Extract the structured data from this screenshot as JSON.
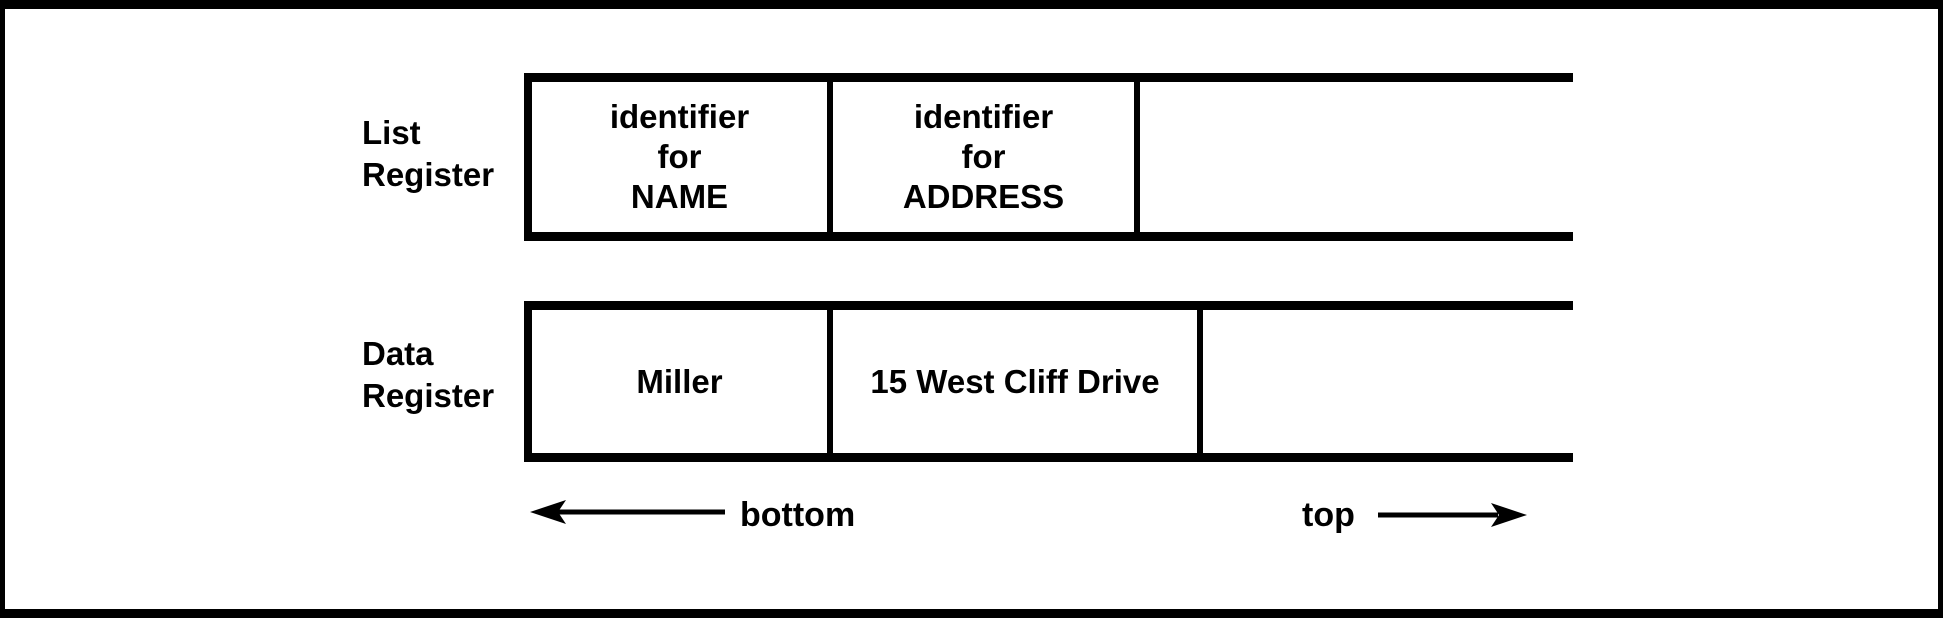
{
  "figure": {
    "list_register": {
      "label": "List\nRegister",
      "cells": {
        "name": "identifier\nfor\nNAME",
        "address": "identifier\nfor\nADDRESS"
      }
    },
    "data_register": {
      "label": "Data\nRegister",
      "cells": {
        "name": "Miller",
        "address": "15 West Cliff Drive"
      }
    },
    "stack_markers": {
      "bottom": "bottom",
      "top": "top"
    },
    "colors": {
      "ink": "#000000",
      "paper": "#ffffff"
    }
  }
}
